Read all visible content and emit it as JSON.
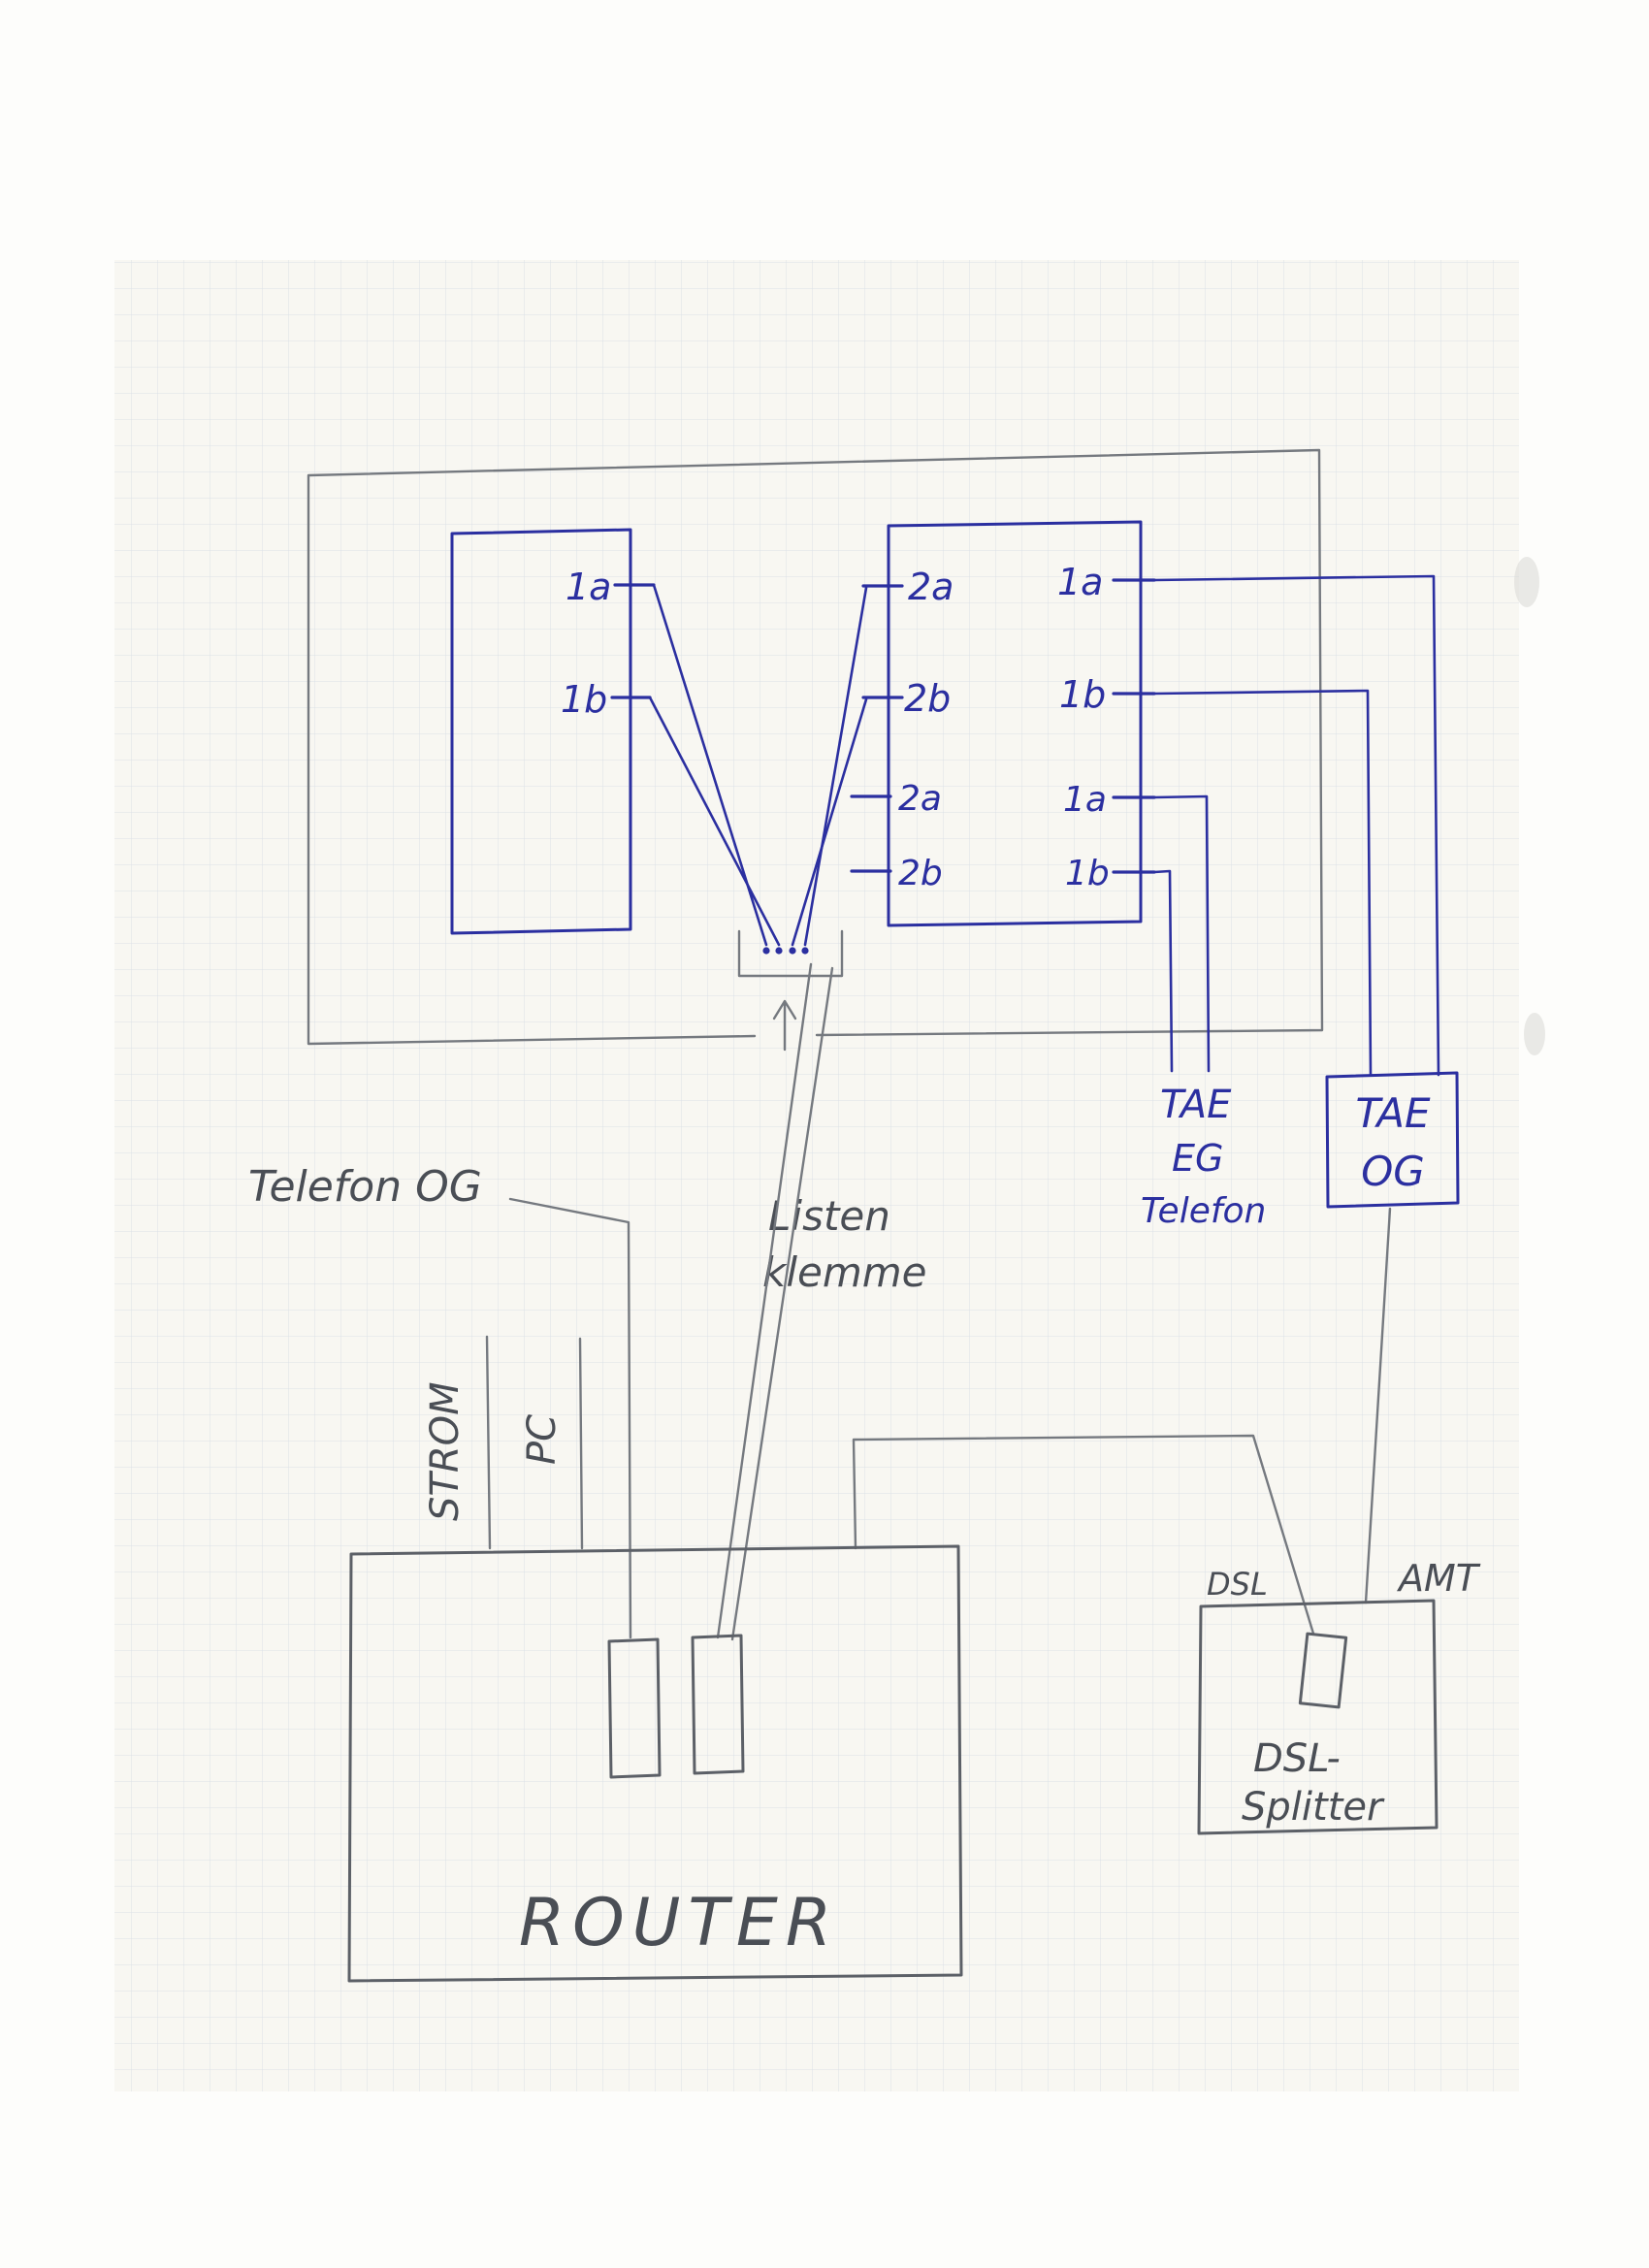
{
  "colors": {
    "ink": "#2b2fa0",
    "pencil": "#75797f",
    "pencil_dark": "#4a4e55",
    "grid": "#dbe0e7",
    "paper": "#f8f7f2",
    "page": "#fdfdfb"
  },
  "labels": {
    "terminals_left": [
      "1a",
      "1b"
    ],
    "terminals_middle_left": [
      "2a",
      "2b",
      "2a",
      "2b"
    ],
    "terminals_middle_right": [
      "1a",
      "1b",
      "1a",
      "1b"
    ],
    "tae_eg": [
      "TAE",
      "EG",
      "Telefon"
    ],
    "tae_og": [
      "TAE",
      "OG"
    ],
    "telefon_og": "Telefon OG",
    "listenklemme": [
      "Listen",
      "klemme"
    ],
    "strom": "STROM",
    "pc": "PC",
    "router": "ROUTER",
    "dsl": "DSL",
    "amt": "AMT",
    "dsl_splitter": [
      "DSL-",
      "Splitter"
    ]
  }
}
